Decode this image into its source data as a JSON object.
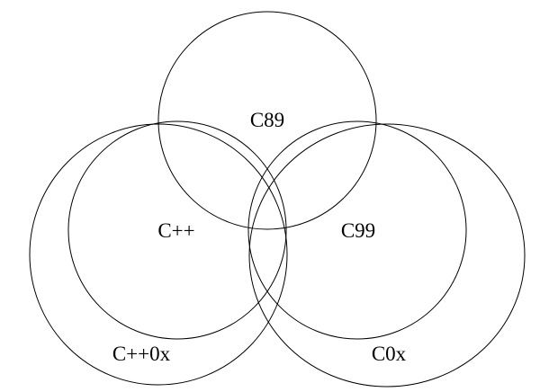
{
  "title": "C language family Venn diagram",
  "sets": [
    {
      "id": "c89",
      "label": "C89"
    },
    {
      "id": "cpp",
      "label": "C++"
    },
    {
      "id": "c99",
      "label": "C99"
    },
    {
      "id": "cpp0x",
      "label": "C++0x"
    },
    {
      "id": "c0x",
      "label": "C0x"
    }
  ],
  "colors": {
    "stroke": "#000000",
    "background": "#ffffff"
  }
}
